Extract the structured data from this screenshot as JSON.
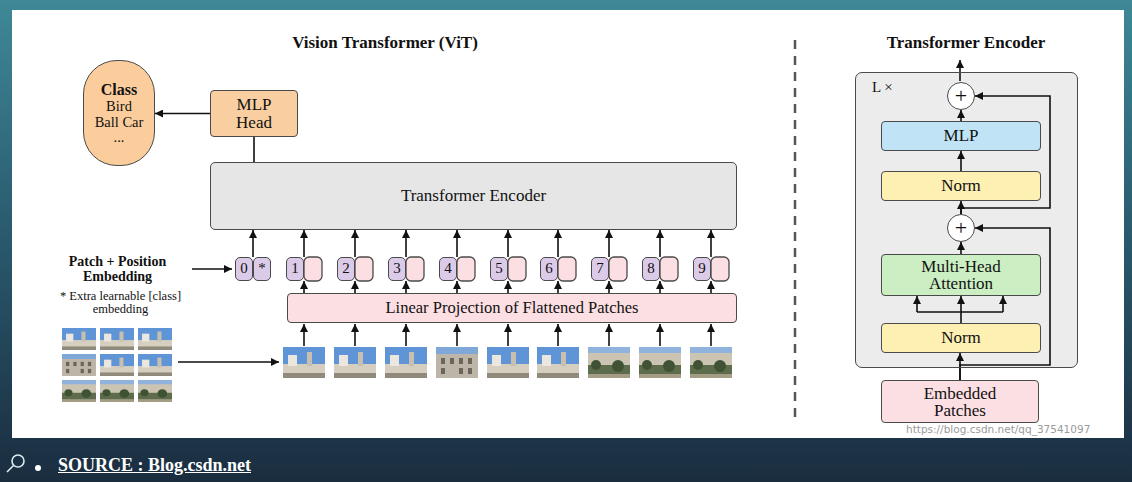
{
  "diagram": {
    "title": "Vision Transformer (ViT)",
    "caption": "SOURCE : Blog.csdn.net",
    "nodes": [
      {
        "text": [
          "Class",
          "Bird Ball Car ..."
        ]
      },
      {
        "text": [
          "MLP Head"
        ]
      },
      {
        "text": [
          "Transformer Encoder"
        ]
      },
      {
        "text": [
          "0"
        ]
      },
      {
        "text": [
          "*"
        ]
      },
      {
        "text": [
          "1"
        ]
      },
      {
        "text": [
          "2"
        ]
      },
      {
        "text": [
          "3"
        ]
      },
      {
        "text": [
          "4"
        ]
      },
      {
        "text": [
          "5"
        ]
      },
      {
        "text": [
          "6"
        ]
      },
      {
        "text": [
          "7"
        ]
      },
      {
        "text": [
          "8"
        ]
      },
      {
        "text": [
          "9"
        ]
      },
      {
        "text": [
          "Linear Projection of Flattened Patches"
        ]
      },
      {
        "text": [
          "L ×"
        ]
      },
      {
        "text": [
          "+"
        ],
        "in": 15
      },
      {
        "text": [
          "MLP"
        ],
        "in": 15
      },
      {
        "text": [
          "Norm"
        ],
        "in": 15
      },
      {
        "text": [
          "+"
        ],
        "in": 15
      },
      {
        "text": [
          "Multi-Head Attention"
        ],
        "in": 15
      },
      {
        "text": [
          "Norm"
        ],
        "in": 15
      },
      {
        "text": [
          "Embedded Patches"
        ]
      }
    ],
    "edges": [
      {
        "from": 2,
        "to": 1,
        "arrow": "none"
      },
      {
        "from": 1,
        "to": 0,
        "arrow": "to"
      },
      {
        "from": 3,
        "to": 2,
        "arrow": "to"
      },
      {
        "from": 5,
        "to": 2,
        "arrow": "to"
      },
      {
        "from": 6,
        "to": 2,
        "arrow": "to"
      },
      {
        "from": 7,
        "to": 2,
        "arrow": "to"
      },
      {
        "from": 8,
        "to": 2,
        "arrow": "to"
      },
      {
        "from": 9,
        "to": 2,
        "arrow": "to"
      },
      {
        "from": 10,
        "to": 2,
        "arrow": "to"
      },
      {
        "from": 11,
        "to": 2,
        "arrow": "to"
      },
      {
        "from": 12,
        "to": 2,
        "arrow": "to"
      },
      {
        "from": 13,
        "to": 2,
        "arrow": "to"
      },
      {
        "from": 14,
        "to": 5,
        "arrow": "to"
      },
      {
        "from": 14,
        "to": 6,
        "arrow": "to"
      },
      {
        "from": 14,
        "to": 7,
        "arrow": "to"
      },
      {
        "from": 14,
        "to": 8,
        "arrow": "to"
      },
      {
        "from": 14,
        "to": 9,
        "arrow": "to"
      },
      {
        "from": 14,
        "to": 10,
        "arrow": "to"
      },
      {
        "from": 14,
        "to": 11,
        "arrow": "to"
      },
      {
        "from": 14,
        "to": 12,
        "arrow": "to"
      },
      {
        "from": 14,
        "to": 13,
        "arrow": "to"
      },
      {
        "from": 22,
        "to": 21,
        "arrow": "to"
      },
      {
        "from": 22,
        "to": 19,
        "arrow": "to"
      },
      {
        "from": 21,
        "to": 20,
        "arrow": "to"
      },
      {
        "from": 20,
        "to": 19,
        "arrow": "to"
      },
      {
        "from": 19,
        "to": 18,
        "arrow": "to"
      },
      {
        "from": 19,
        "to": 16,
        "arrow": "to"
      },
      {
        "from": 18,
        "to": 17,
        "arrow": "to"
      },
      {
        "from": 17,
        "to": 16,
        "arrow": "to"
      }
    ],
    "labels": [
      "Transformer Encoder",
      "Patch + Position Embedding",
      "* Extra learnable [class] embedding",
      "https://blog.csdn.net/qq_37541097"
    ]
  }
}
